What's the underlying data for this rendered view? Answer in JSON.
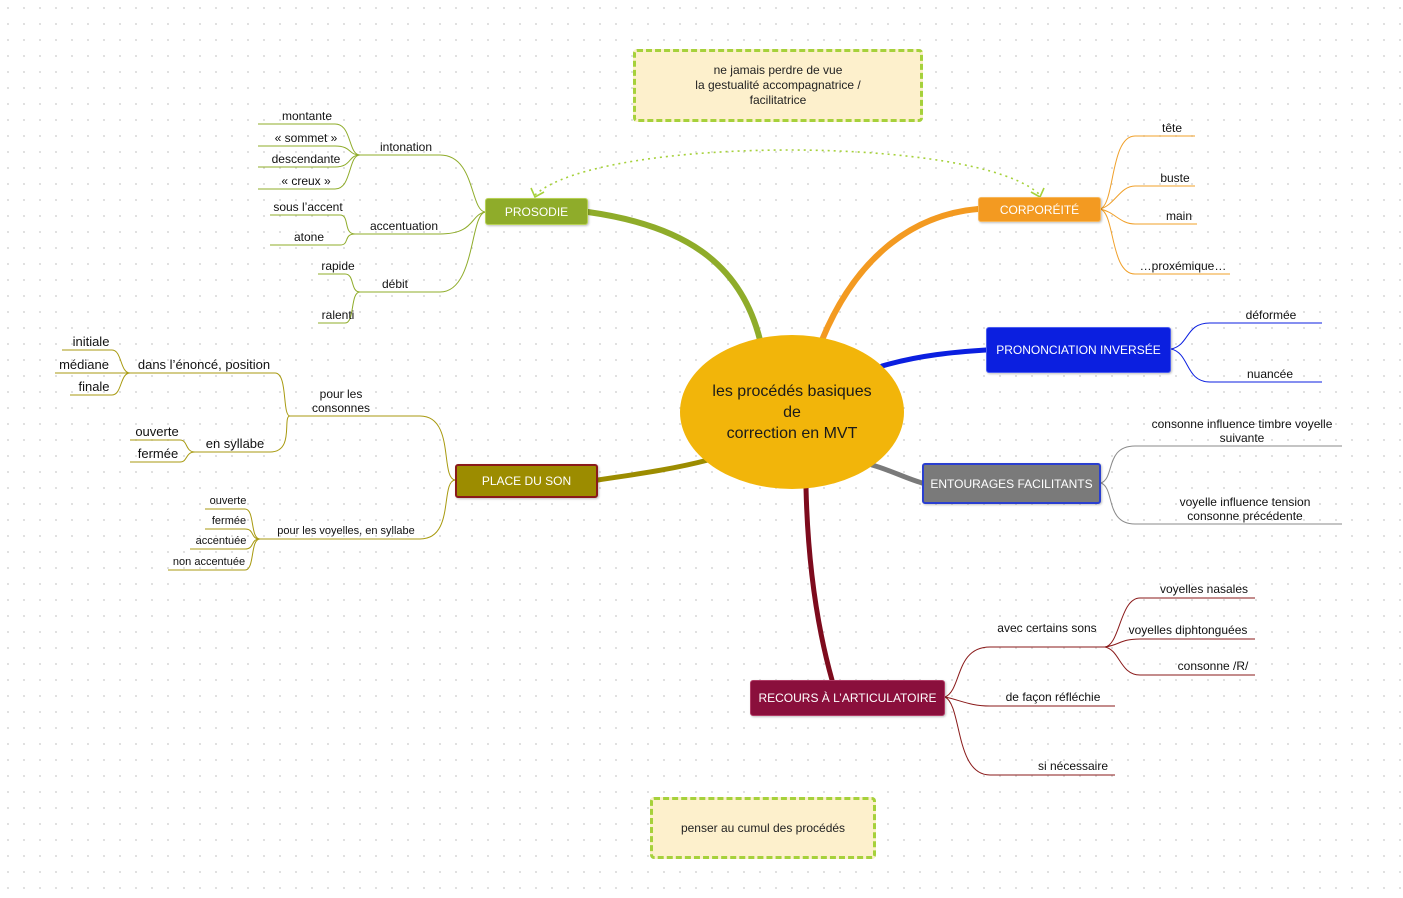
{
  "colors": {
    "prosodie": "#8fac2a",
    "corporeite": "#f39a21",
    "prononciation": "#0b1fe0",
    "entourages": "#7a7a7a",
    "place": "#9c8c00",
    "recours": "#8a0f3c",
    "center": "#f2b50a",
    "note_fill": "#fdf0cc",
    "note_border": "#a6d13b"
  },
  "center": {
    "line1": "les procédés basiques",
    "line2": "de",
    "line3": "correction en MVT"
  },
  "notes": {
    "top": {
      "line1": "ne jamais perdre de vue",
      "line2": "la gestualité accompagnatrice /",
      "line3": "facilitatrice"
    },
    "bottom": "penser au cumul des procédés"
  },
  "branches": {
    "prosodie": {
      "label": "PROSODIE",
      "intonation": {
        "label": "intonation",
        "items": [
          "montante",
          "« sommet »",
          "descendante",
          "« creux »"
        ]
      },
      "accentuation": {
        "label": "accentuation",
        "items": [
          "sous l’accent",
          "atone"
        ]
      },
      "debit": {
        "label": "débit",
        "items": [
          "rapide",
          "ralenti"
        ]
      }
    },
    "corporeite": {
      "label": "CORPORÉITÉ",
      "items": [
        "tête",
        "buste",
        "main",
        "…proxémique…"
      ]
    },
    "prononciation": {
      "label": "PRONONCIATION INVERSÉE",
      "items": [
        "déformée",
        "nuancée"
      ]
    },
    "entourages": {
      "label": "ENTOURAGES FACILITANTS",
      "item1": {
        "line1": "consonne influence timbre voyelle",
        "line2": "suivante"
      },
      "item2": {
        "line1": "voyelle influence tension",
        "line2": "consonne précédente"
      }
    },
    "place": {
      "label": "PLACE DU SON",
      "consonnes": {
        "line1": "pour les",
        "line2": "consonnes",
        "position": {
          "label": "dans l’énoncé, position",
          "items": [
            "initiale",
            "médiane",
            "finale"
          ]
        },
        "syllabe": {
          "label": "en syllabe",
          "items": [
            "ouverte",
            "fermée"
          ]
        }
      },
      "voyelles": {
        "label": "pour les voyelles, en syllabe",
        "items": [
          "ouverte",
          "fermée",
          "accentuée",
          "non accentuée"
        ]
      }
    },
    "recours": {
      "label": "RECOURS À L’ARTICULATOIRE",
      "sons": {
        "label": "avec certains sons",
        "items": [
          "voyelles nasales",
          "voyelles diphtonguées",
          "consonne /R/"
        ]
      },
      "reflechie": "de façon réfléchie",
      "necessaire": "si nécessaire"
    }
  }
}
